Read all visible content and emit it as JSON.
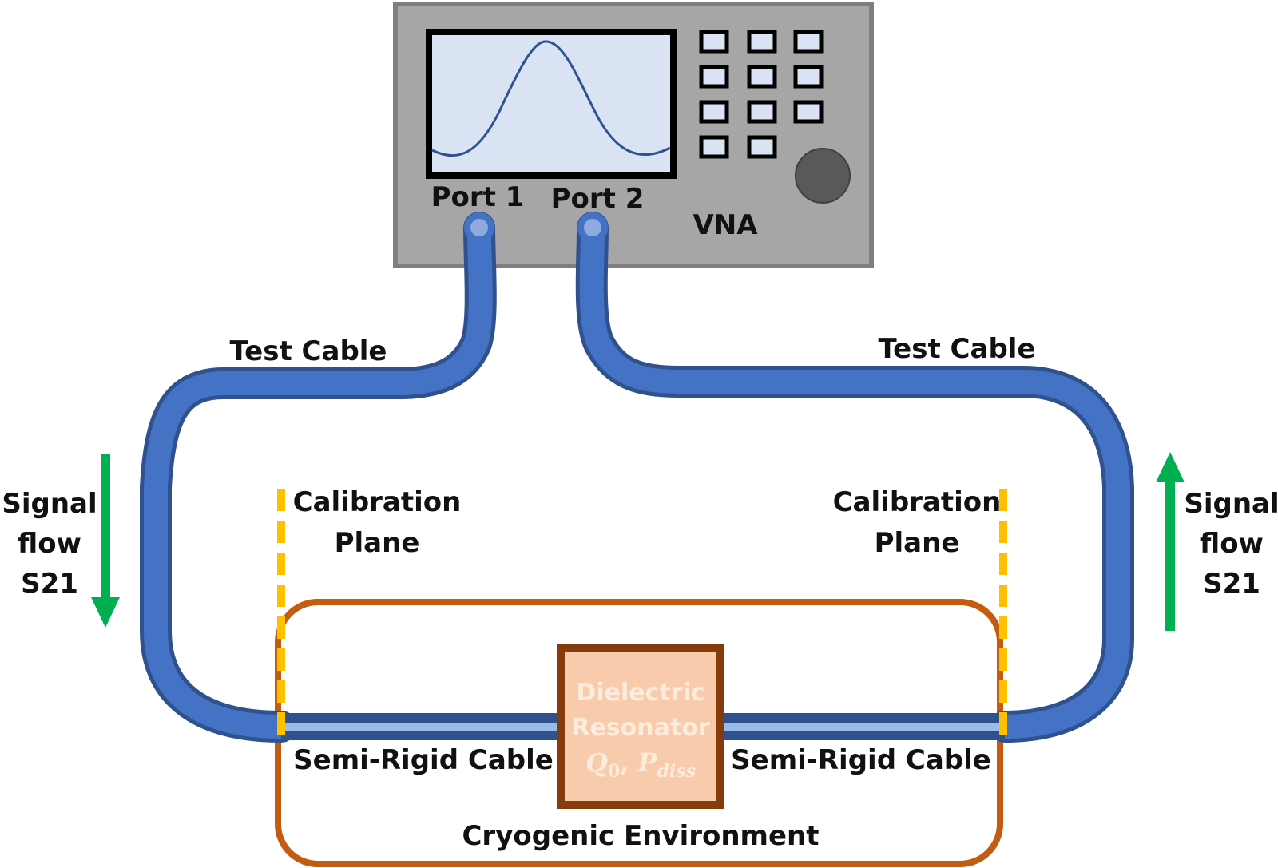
{
  "vna": {
    "name": "VNA",
    "port1_label": "Port 1",
    "port2_label": "Port 2"
  },
  "cables": {
    "test_cable_left": "Test Cable",
    "test_cable_right": "Test Cable",
    "semi_rigid_left": "Semi-Rigid Cable",
    "semi_rigid_right": "Semi-Rigid Cable"
  },
  "calibration": {
    "left_line1": "Calibration",
    "left_line2": "Plane",
    "right_line1": "Calibration",
    "right_line2": "Plane"
  },
  "signal_flow": {
    "left": {
      "line1": "Signal",
      "line2": "flow",
      "line3": "S21",
      "direction": "down"
    },
    "right": {
      "line1": "Signal",
      "line2": "flow",
      "line3": "S21",
      "direction": "up"
    }
  },
  "resonator": {
    "line1": "Dielectric",
    "line2": "Resonator",
    "q_symbol": "Q",
    "q_sub": "0",
    "separator": ", ",
    "p_symbol": "P",
    "p_sub": "diss"
  },
  "environment": {
    "label": "Cryogenic Environment"
  },
  "colors": {
    "cable_blue": "#4472c4",
    "cable_dark": "#2f528f",
    "inner_conductor": "#9dbbe8",
    "environment_orange": "#c55a11",
    "calibration_yellow": "#ffc000",
    "arrow_green": "#00b050",
    "resonator_fill": "#f8cbad",
    "resonator_border": "#843c0c",
    "vna_body": "#a6a6a6",
    "vna_screen": "#dae3f3"
  }
}
